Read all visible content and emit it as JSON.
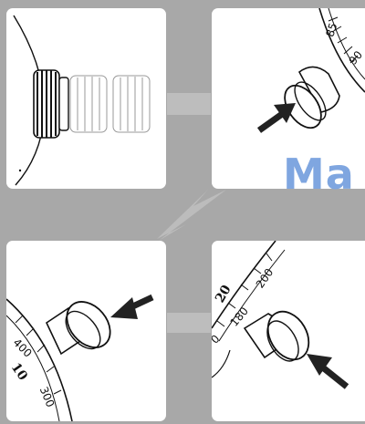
{
  "watermark": "Ma",
  "panel2": {
    "dial_labels": [
      "85",
      "90"
    ]
  },
  "panel3": {
    "dial_labels": [
      "400",
      "300",
      "10"
    ]
  },
  "panel4": {
    "dial_labels": [
      "200",
      "180",
      "20",
      "0"
    ]
  },
  "colors": {
    "background": "#a8a8a8",
    "panel": "#ffffff",
    "connector": "#bdbdbd",
    "ink": "#111111",
    "watermark": "#7fa6e0"
  },
  "icons": [
    "arrow-icon",
    "knob-icon",
    "dial-icon"
  ]
}
